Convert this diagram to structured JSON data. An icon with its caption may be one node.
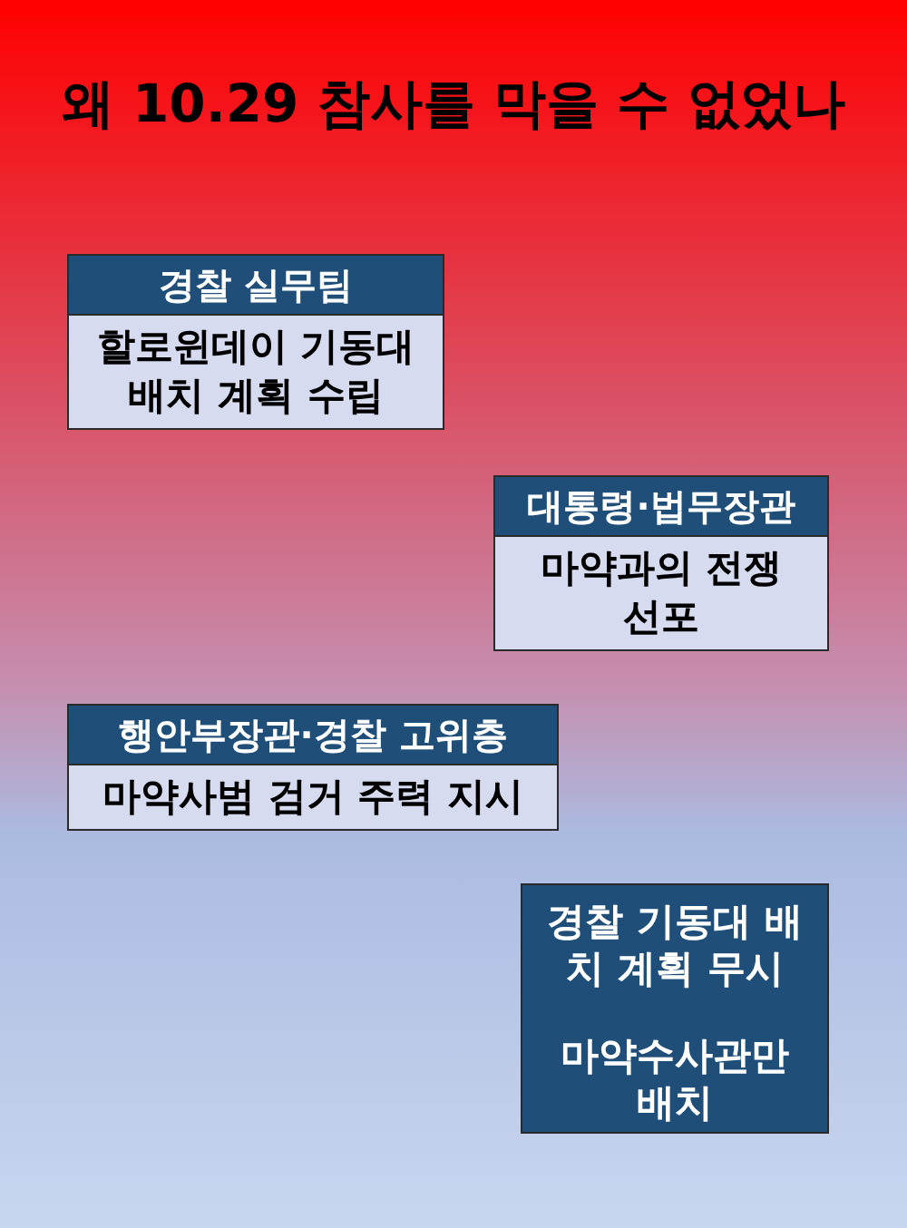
{
  "diagram": {
    "title": "왜 10.29 참사를 막을 수 없었나",
    "nodes": [
      {
        "text": [
          "경찰 실무팀",
          "할로윈데이 기동대 배치 계획 수립"
        ]
      },
      {
        "text": [
          "대통령·법무장관",
          "마약과의 전쟁 선포"
        ]
      },
      {
        "text": [
          "행안부장관·경찰 고위층",
          "마약사범 검거 주력 지시"
        ]
      },
      {
        "text": [
          "경찰 기동대 배치 계획 무시",
          "마약수사관만 배치"
        ]
      }
    ]
  }
}
